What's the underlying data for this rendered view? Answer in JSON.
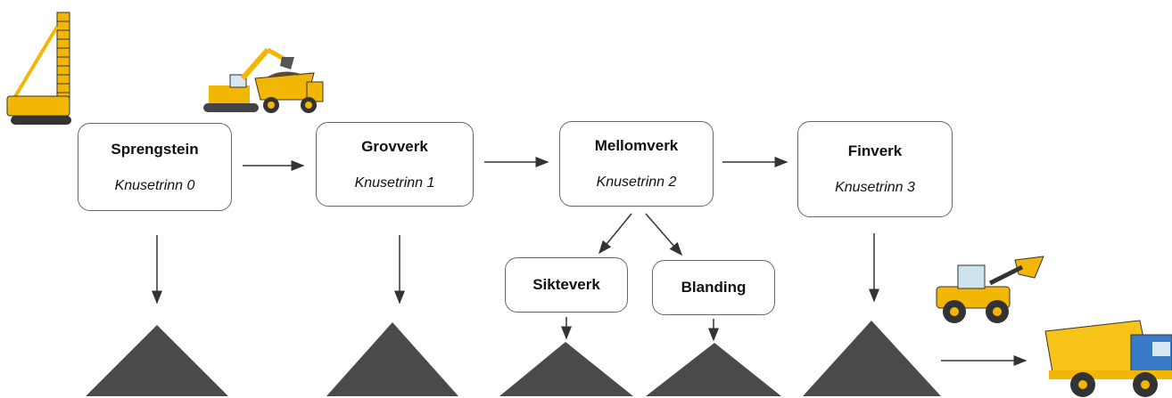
{
  "steps": [
    {
      "title": "Sprengstein",
      "subtitle": "Knusetrinn 0"
    },
    {
      "title": "Grovverk",
      "subtitle": "Knusetrinn 1"
    },
    {
      "title": "Mellomverk",
      "subtitle": "Knusetrinn 2"
    },
    {
      "title": "Finverk",
      "subtitle": "Knusetrinn 3"
    }
  ],
  "substeps": [
    {
      "title": "Sikteverk"
    },
    {
      "title": "Blanding"
    }
  ],
  "icons": [
    "drilling-rig-icon",
    "excavator-loading-dump-truck-icon",
    "wheel-loader-icon",
    "dump-truck-icon"
  ],
  "colors": {
    "pile": "#4a4a4a",
    "arrow": "#333333",
    "machine": "#f2b705"
  }
}
